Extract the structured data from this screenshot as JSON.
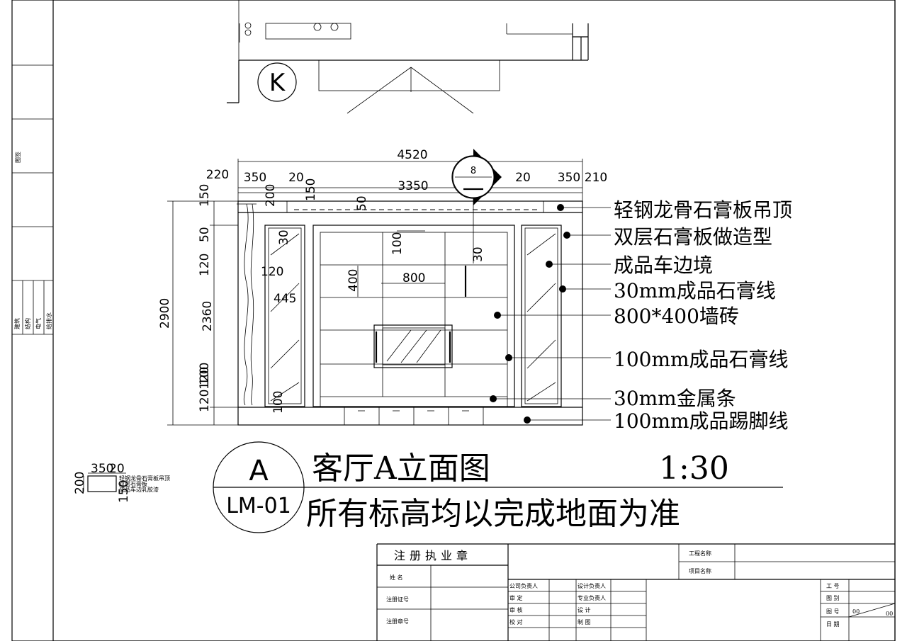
{
  "plan": {
    "room_letter": "K"
  },
  "elevation": {
    "section_number": "8",
    "dims_top": [
      "4520",
      "220",
      "350",
      "20",
      "3350",
      "20",
      "350",
      "210"
    ],
    "dims_top_vertical": [
      "200",
      "150",
      "50"
    ],
    "dims_left": [
      "150",
      "50",
      "120",
      "2900",
      "2360",
      "120",
      "100",
      "120"
    ],
    "dims_inner": [
      "30",
      "120",
      "445",
      "100",
      "30",
      "400",
      "800",
      "100"
    ]
  },
  "annotations": [
    "轻钢龙骨石膏板吊顶",
    "双层石膏板做造型",
    "成品车边境",
    "30mm成品石膏线",
    "800*400墙砖",
    "100mm成品石膏线",
    "30mm金属条",
    "100mm成品踢脚线"
  ],
  "title_block": {
    "symbol_letter": "A",
    "sheet_code": "LM-01",
    "title": "客厅A立面图",
    "scale": "1:30",
    "subtitle": "所有标高均以完成地面为准"
  },
  "detail": {
    "dims": [
      "350",
      "20",
      "200",
      "150"
    ],
    "notes": [
      "轻钢龙骨石膏板吊顶",
      "双层石膏板",
      "成品车边乳胶漆"
    ]
  },
  "left_strip": {
    "top_label": "图签",
    "labels": [
      "建筑",
      "结构",
      "电气",
      "给排水"
    ]
  },
  "stamp_table": {
    "header": "注册执业章",
    "rows": [
      "姓 名",
      "注册证号",
      "注册章号"
    ]
  },
  "sign_table": {
    "rows": [
      [
        "公司负责人",
        "设计负责人"
      ],
      [
        "审 定",
        "专业负责人"
      ],
      [
        "审 核",
        "设 计"
      ],
      [
        "校 对",
        "制 图"
      ]
    ]
  },
  "project_table": {
    "project_name_label": "工程名称",
    "item_name_label": "项目名称"
  },
  "info_table": {
    "labels": [
      "工 号",
      "图 别",
      "图 号",
      "日 期"
    ],
    "sheet_no_1": "00",
    "sheet_no_2": "00"
  }
}
